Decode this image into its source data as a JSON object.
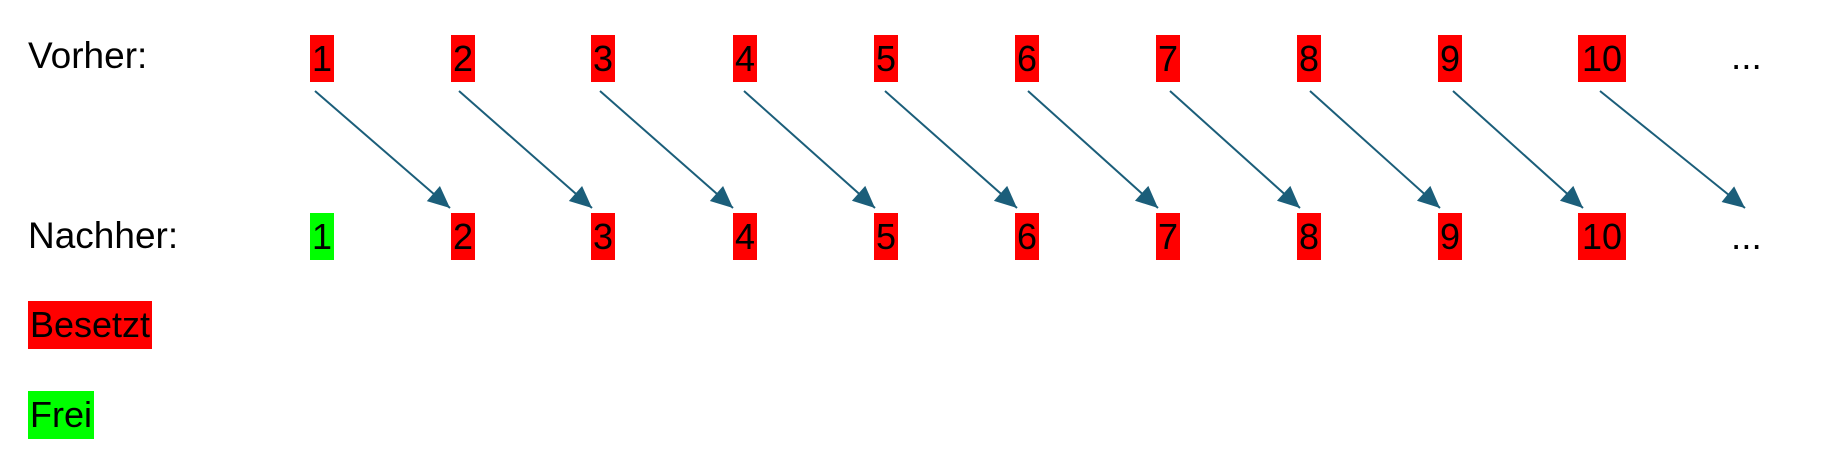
{
  "colors": {
    "occupied": "#ff0000",
    "free": "#00ff00",
    "arrow": "#1b5e7a",
    "text": "#000000"
  },
  "rows": {
    "before": {
      "label": "Vorher:",
      "cells": [
        {
          "text": "1",
          "state": "occupied"
        },
        {
          "text": "2",
          "state": "occupied"
        },
        {
          "text": "3",
          "state": "occupied"
        },
        {
          "text": "4",
          "state": "occupied"
        },
        {
          "text": "5",
          "state": "occupied"
        },
        {
          "text": "6",
          "state": "occupied"
        },
        {
          "text": "7",
          "state": "occupied"
        },
        {
          "text": "8",
          "state": "occupied"
        },
        {
          "text": "9",
          "state": "occupied"
        },
        {
          "text": "10",
          "state": "occupied"
        }
      ],
      "ellipsis": "..."
    },
    "after": {
      "label": "Nachher:",
      "cells": [
        {
          "text": "1",
          "state": "free"
        },
        {
          "text": "2",
          "state": "occupied"
        },
        {
          "text": "3",
          "state": "occupied"
        },
        {
          "text": "4",
          "state": "occupied"
        },
        {
          "text": "5",
          "state": "occupied"
        },
        {
          "text": "6",
          "state": "occupied"
        },
        {
          "text": "7",
          "state": "occupied"
        },
        {
          "text": "8",
          "state": "occupied"
        },
        {
          "text": "9",
          "state": "occupied"
        },
        {
          "text": "10",
          "state": "occupied"
        }
      ],
      "ellipsis": "..."
    }
  },
  "legend": {
    "occupied": "Besetzt",
    "free": "Frei"
  }
}
